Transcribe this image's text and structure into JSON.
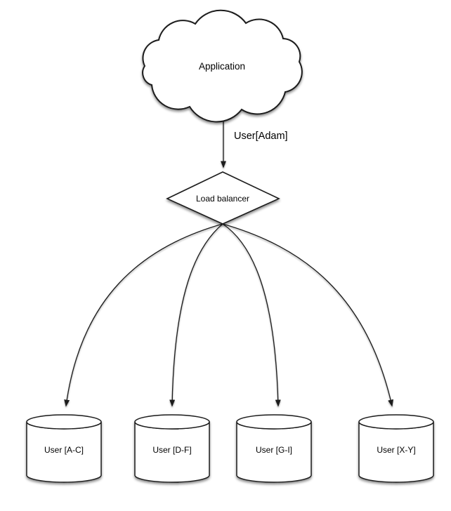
{
  "diagram": {
    "background_color": "#ffffff",
    "stroke_color": "#1a1a1a",
    "shape_fill_color": "#ffffff",
    "application_node": {
      "shape": "cloud",
      "label": "Application"
    },
    "request_edge": {
      "label": "User[Adam]"
    },
    "load_balancer_node": {
      "shape": "diamond",
      "label": "Load balancer"
    },
    "shards": [
      {
        "shape": "cylinder",
        "label": "User [A-C]"
      },
      {
        "shape": "cylinder",
        "label": "User [D-F]"
      },
      {
        "shape": "cylinder",
        "label": "User [G-I]"
      },
      {
        "shape": "cylinder",
        "label": "User [X-Y]"
      }
    ]
  }
}
